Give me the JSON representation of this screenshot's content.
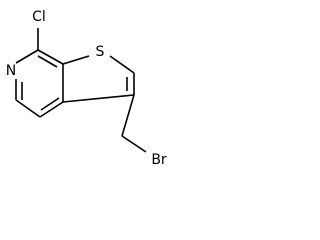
{
  "molecule": {
    "atoms": {
      "chlorine": "Cl",
      "nitrogen": "N",
      "sulfur": "S",
      "bromine": "Br"
    }
  }
}
